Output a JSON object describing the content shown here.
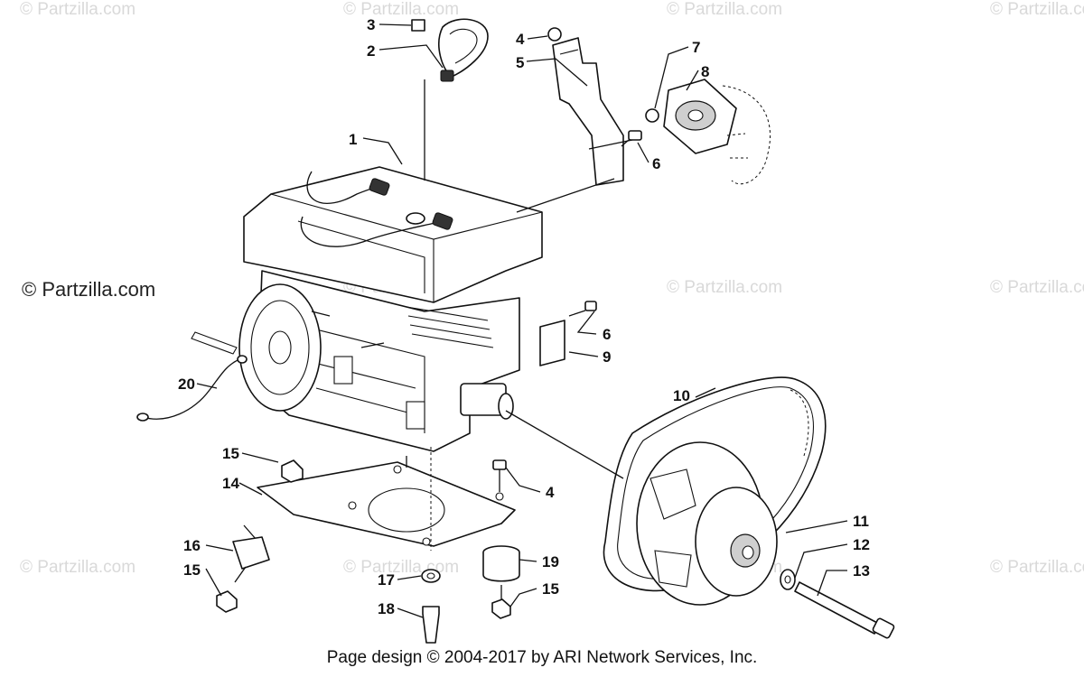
{
  "watermark": {
    "main_text": "© Partzilla.com",
    "faint_text": "© Partzilla.com"
  },
  "footer": {
    "text": "Page design © 2004-2017 by ARI Network Services, Inc."
  },
  "callouts": {
    "c1": "1",
    "c2": "2",
    "c3": "3",
    "c4a": "4",
    "c4b": "4",
    "c5": "5",
    "c6a": "6",
    "c6b": "6",
    "c7": "7",
    "c8": "8",
    "c9": "9",
    "c10": "10",
    "c11": "11",
    "c12": "12",
    "c13": "13",
    "c14": "14",
    "c15a": "15",
    "c15b": "15",
    "c15c": "15",
    "c16": "16",
    "c17": "17",
    "c18": "18",
    "c19": "19",
    "c20": "20"
  }
}
